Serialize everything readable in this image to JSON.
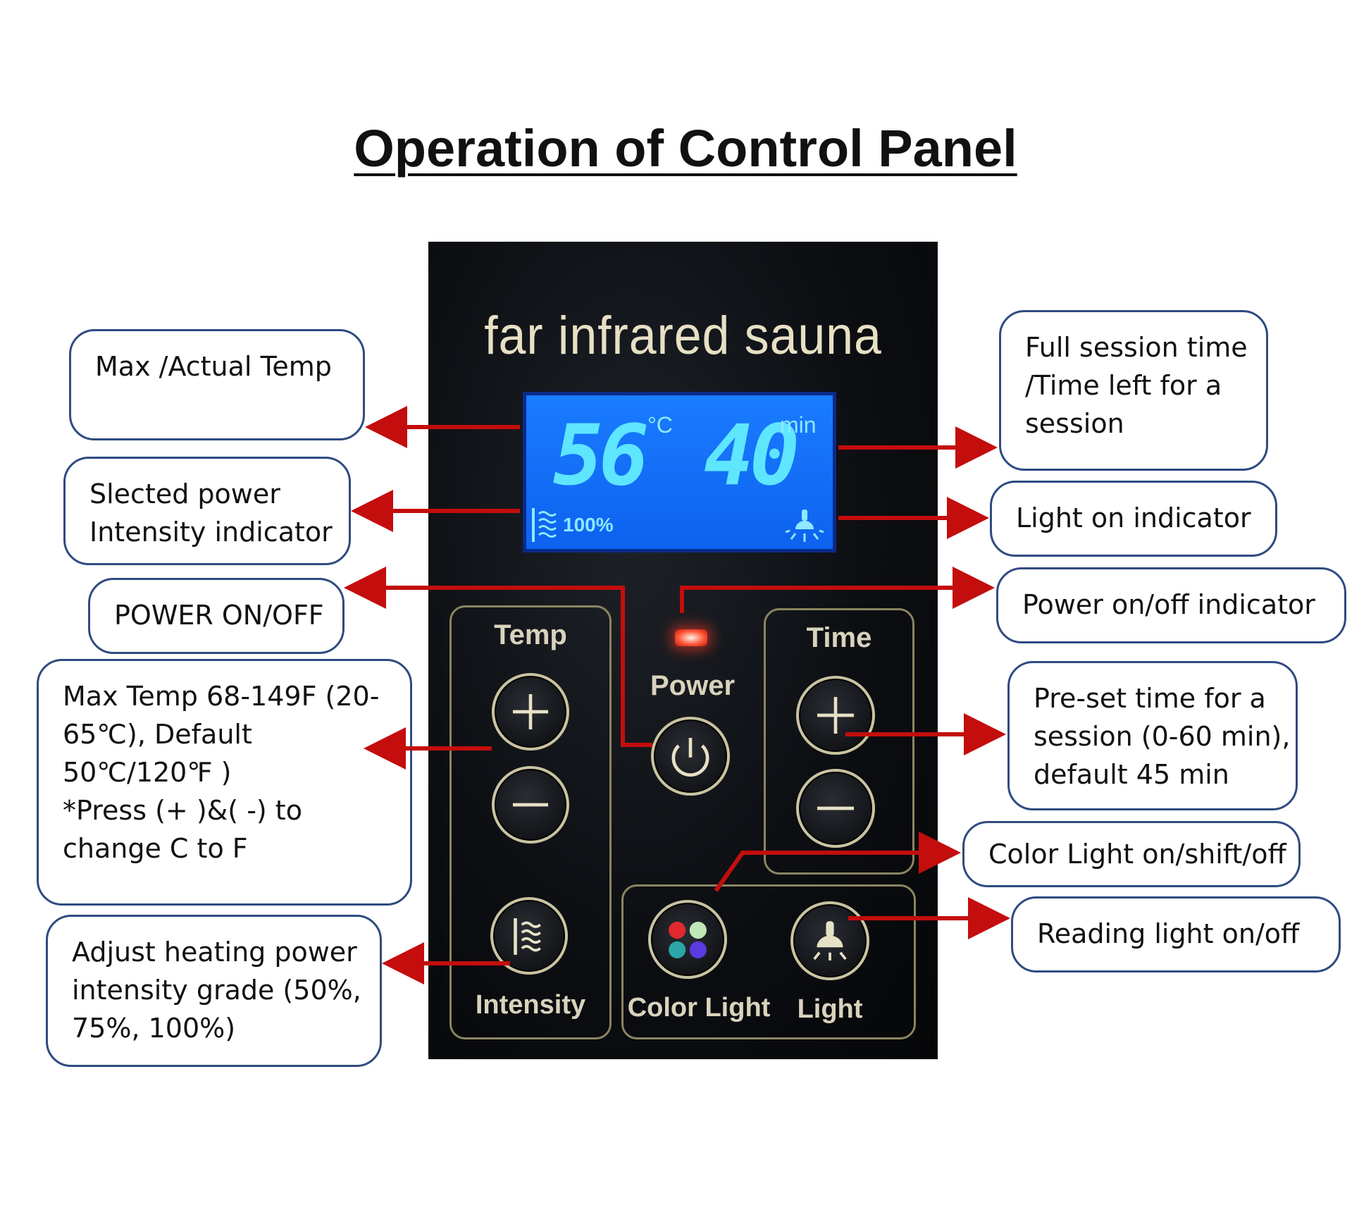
{
  "title": "Operation of Control Panel",
  "panel": {
    "brand": "far infrared sauna",
    "display": {
      "temperature": "56",
      "temperature_unit": "°C",
      "time": "40",
      "time_unit": "min",
      "intensity": "100%"
    },
    "labels": {
      "temp": "Temp",
      "time": "Time",
      "power": "Power",
      "intensity": "Intensity",
      "color_light": "Color Light",
      "light": "Light"
    },
    "color_light_dots": [
      "#e0292e",
      "#bfe8b8",
      "#2aa6a8",
      "#5a3be0"
    ]
  },
  "callouts": {
    "max_actual_temp": [
      "Max /Actual Temp"
    ],
    "power_intensity_indicator": [
      "Slected power",
      "Intensity indicator"
    ],
    "power_on_off": [
      "POWER ON/OFF"
    ],
    "max_temp": [
      "Max Temp 68-149F (20-",
      "65℃), Default",
      "50℃/120℉ )",
      "*Press (+ )&( -) to",
      "change C to F"
    ],
    "heating_power": [
      "Adjust heating power",
      "intensity grade (50%,",
      "75%, 100%)"
    ],
    "session_time": [
      "Full session time",
      "/Time left for a",
      "session"
    ],
    "light_on_indicator": [
      "Light on indicator"
    ],
    "power_indicator": [
      "Power on/off indicator"
    ],
    "preset_time": [
      "Pre-set time for a",
      "session (0-60 min),",
      "default 45 min"
    ],
    "color_light": [
      "Color Light on/shift/off"
    ],
    "reading_light": [
      "Reading light on/off"
    ]
  },
  "colors": {
    "arrow": "#c40d0d",
    "callout_border": "#2f4b80",
    "lcd_blue": "#1a7cff",
    "lcd_digits": "#5fe6ff",
    "panel_text": "#d9d3bd"
  }
}
